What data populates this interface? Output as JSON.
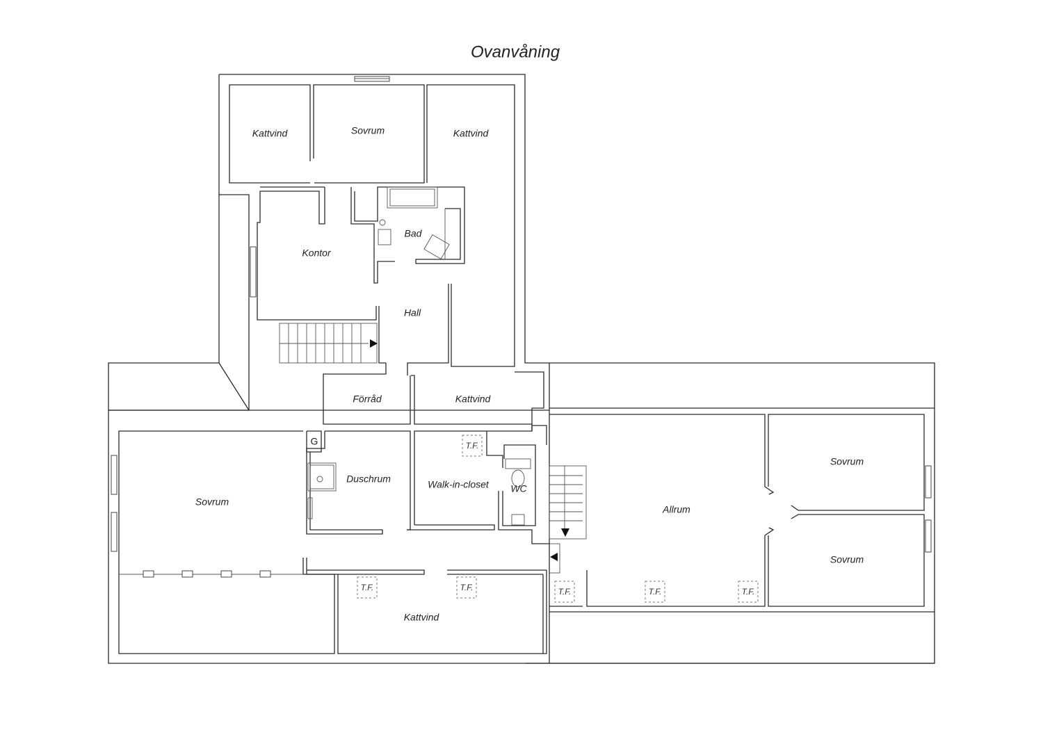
{
  "title": "Ovanvåning",
  "rooms": {
    "kattvind_nw": "Kattvind",
    "sovrum_n": "Sovrum",
    "kattvind_ne": "Kattvind",
    "bad": "Bad",
    "kontor": "Kontor",
    "hall": "Hall",
    "forrad": "Förråd",
    "kattvind_mid": "Kattvind",
    "g": "G",
    "duschrum": "Duschrum",
    "walk_in_closet": "Walk-in-closet",
    "wc": "WC",
    "sovrum_sw": "Sovrum",
    "kattvind_s": "Kattvind",
    "allrum": "Allrum",
    "sovrum_e1": "Sovrum",
    "sovrum_e2": "Sovrum"
  },
  "hatches": {
    "closet": "T.F.",
    "attic_left": "T.F.",
    "attic_right": "T.F.",
    "allrum_left": "T.F.",
    "allrum_mid": "T.F.",
    "allrum_right": "T.F."
  }
}
